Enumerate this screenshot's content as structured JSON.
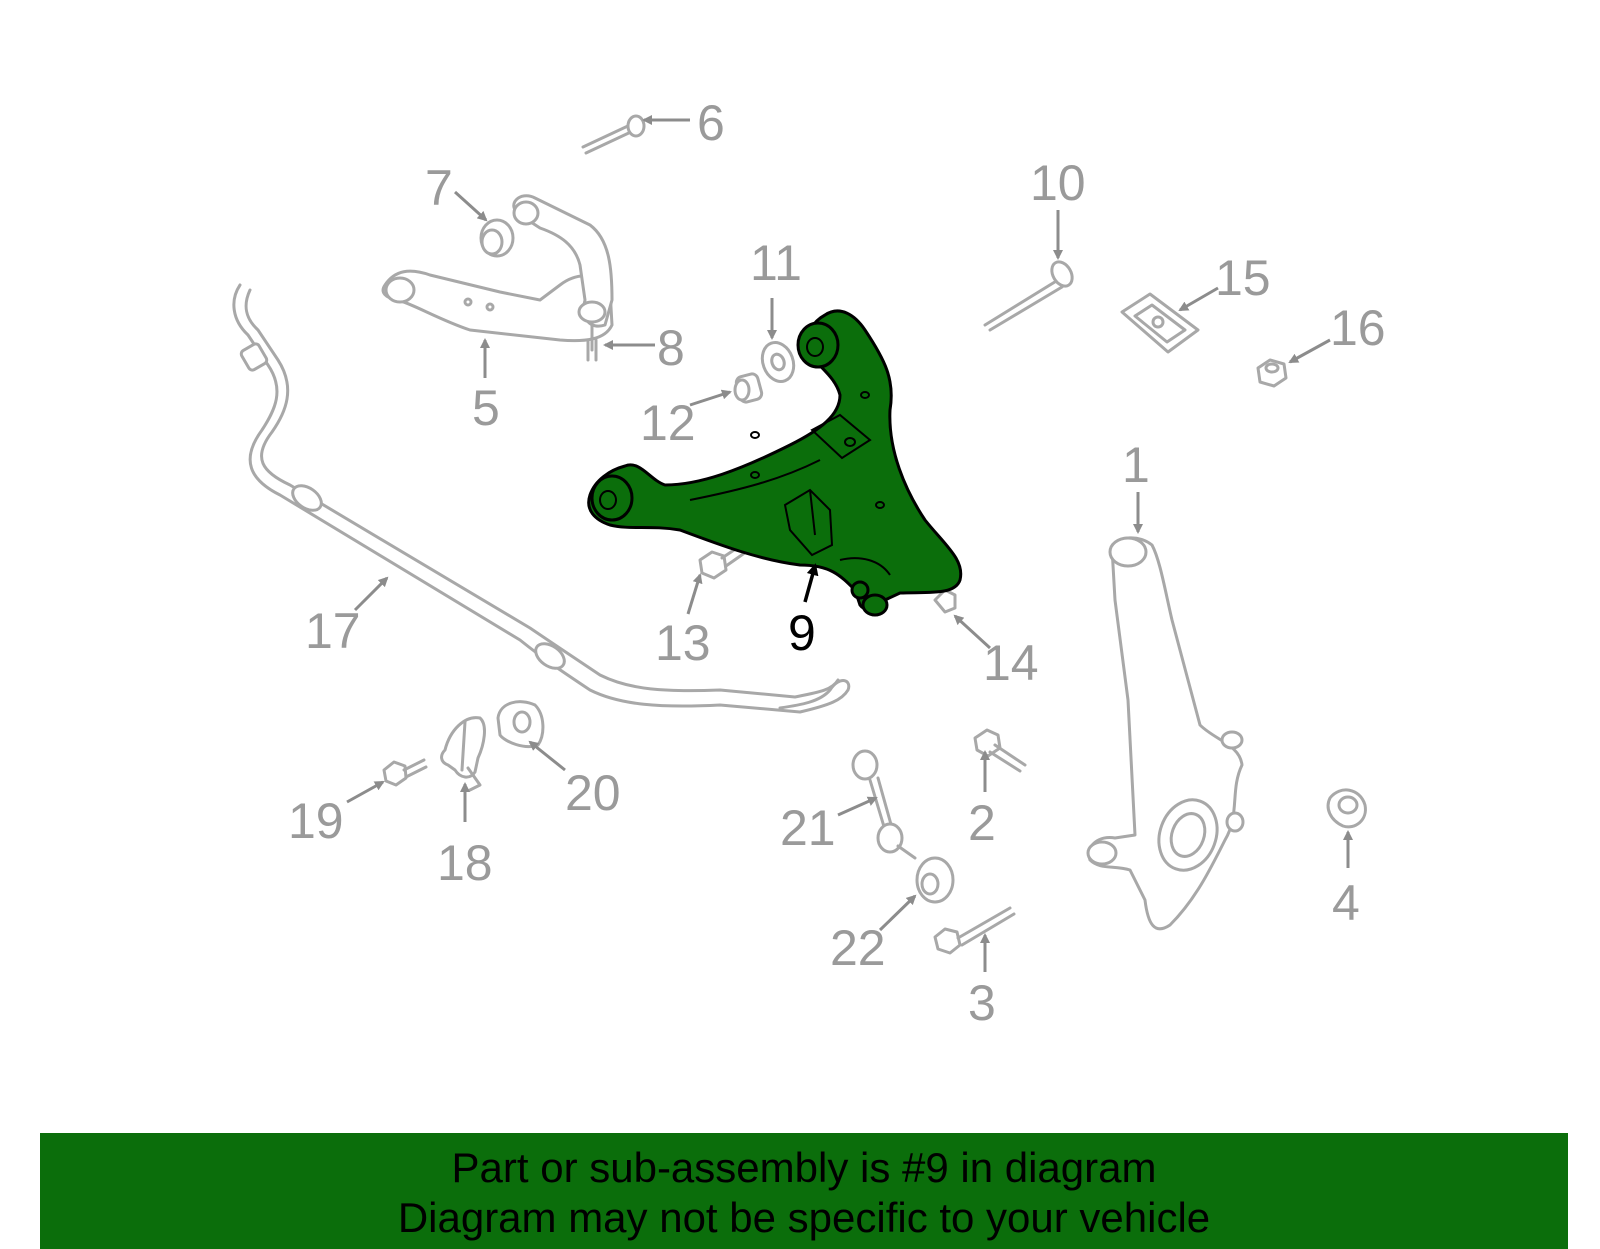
{
  "diagram": {
    "highlighted_part": "9",
    "highlight_color": "#0b6e0b",
    "callouts": [
      "1",
      "2",
      "3",
      "4",
      "5",
      "6",
      "7",
      "8",
      "9",
      "10",
      "11",
      "12",
      "13",
      "14",
      "15",
      "16",
      "17",
      "18",
      "19",
      "20",
      "21",
      "22"
    ]
  },
  "banner": {
    "line1": "Part or sub-assembly is #9 in diagram",
    "line2": "Diagram may not be specific to your vehicle",
    "background": "#0b6e0b"
  }
}
